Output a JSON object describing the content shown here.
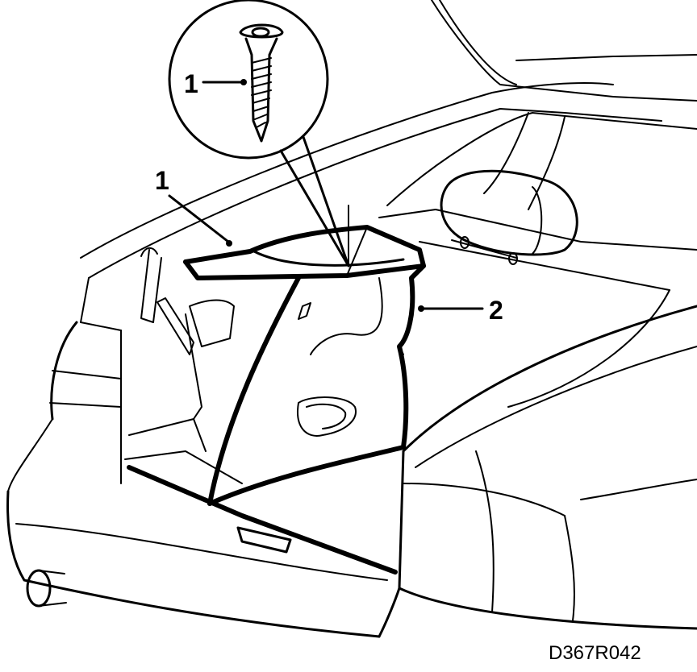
{
  "callouts": {
    "detail_screw": "1",
    "trim_edge": "1",
    "side_trim_panel": "2"
  },
  "figure_id": "D367R042"
}
